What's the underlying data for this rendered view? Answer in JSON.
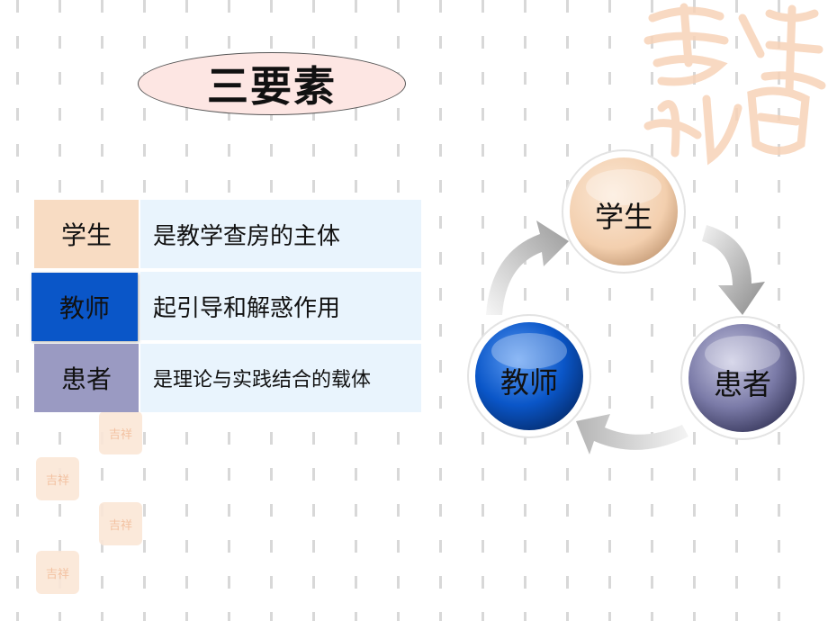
{
  "title": "三要素",
  "rows": [
    {
      "label": "学生",
      "desc": "是教学查房的主体"
    },
    {
      "label": "教师",
      "desc": "起引导和解惑作用"
    },
    {
      "label": "患者",
      "desc": "是理论与实践结合的载体"
    }
  ],
  "cycle": {
    "student": "学生",
    "teacher": "教师",
    "patient": "患者"
  },
  "colors": {
    "student": "#f8dcc3",
    "teacher": "#0a56c8",
    "patient": "#9a9ac2",
    "desc_bg": "#e9f4fd",
    "title_bg": "#fde6e3"
  }
}
